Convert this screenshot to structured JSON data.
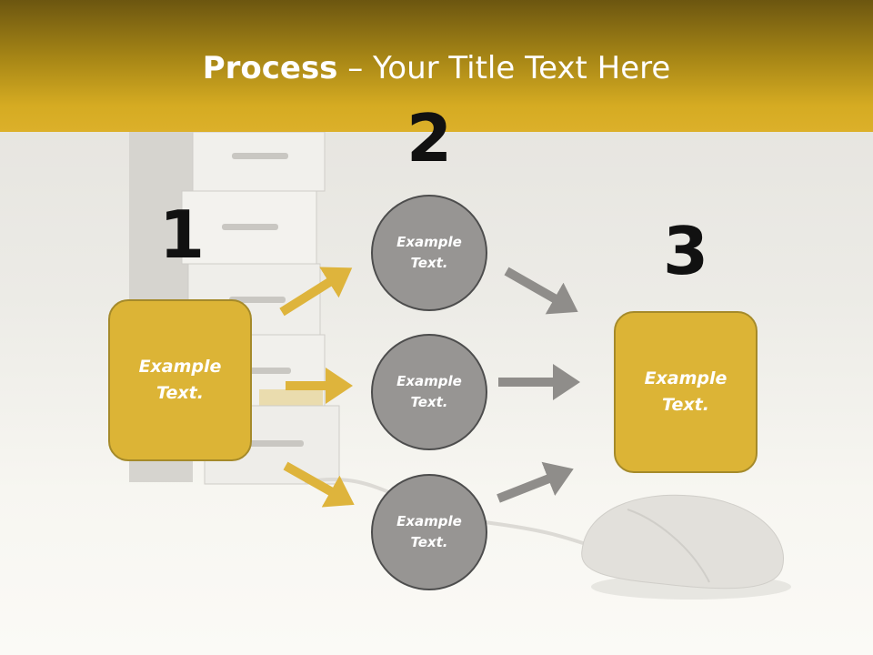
{
  "slide": {
    "title_bold": "Process",
    "title_rest": " – Your Title Text Here"
  },
  "steps": {
    "one": {
      "number": "1",
      "text": "Example\nText."
    },
    "two": {
      "number": "2"
    },
    "three": {
      "number": "3",
      "text": "Example\nText."
    }
  },
  "circles": [
    {
      "text": "Example\nText."
    },
    {
      "text": "Example\nText."
    },
    {
      "text": "Example\nText."
    }
  ],
  "colors": {
    "header_gold": "#dcb02a",
    "box_fill": "#dcb436",
    "circle_fill": "#979593",
    "arrow_gold": "#deb43c",
    "arrow_gray": "#8f8d8a"
  }
}
